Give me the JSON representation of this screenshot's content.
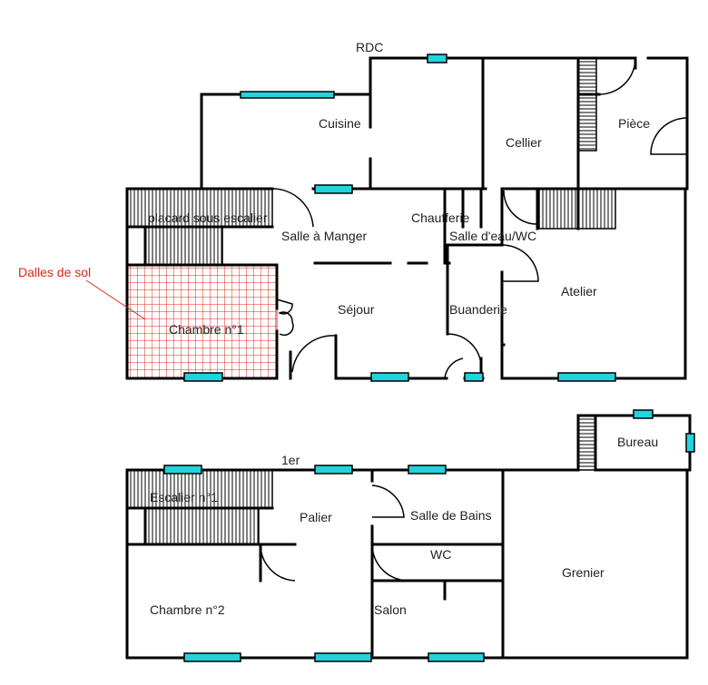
{
  "levels": {
    "rdc": "RDC",
    "first": "1er"
  },
  "rooms": {
    "cuisine": "Cuisine",
    "cellier": "Cellier",
    "piece": "Pièce",
    "placard": "placard sous escalier",
    "salle_manger": "Salle à Manger",
    "chaufferie": "Chaufferie",
    "salle_eau": "Salle d'eau/WC",
    "sejour": "Séjour",
    "buanderie": "Buanderie",
    "atelier": "Atelier",
    "chambre1": "Chambre n°1",
    "bureau": "Bureau",
    "escalier1": "Escalier n°1",
    "palier": "Palier",
    "salle_bains": "Salle de Bains",
    "wc": "WC",
    "grenier": "Grenier",
    "chambre2": "Chambre n°2",
    "salon": "Salon"
  },
  "annotation": {
    "text": "Dalles de sol"
  },
  "colors": {
    "window": "#22d3dd",
    "floor_tiles": "#e0261b",
    "walls": "#000000"
  }
}
